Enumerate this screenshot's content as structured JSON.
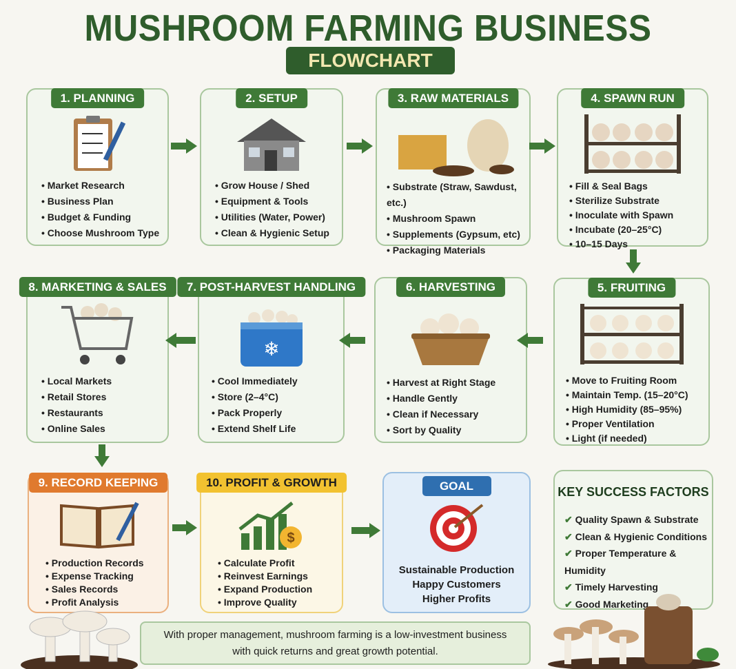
{
  "title": "MUSHROOM FARMING BUSINESS",
  "subtitle": "FLOWCHART",
  "steps": [
    {
      "label": "1. PLANNING",
      "icon": "clipboard-icon",
      "items": [
        "Market Research",
        "Business Plan",
        "Budget & Funding",
        "Choose Mushroom Type"
      ]
    },
    {
      "label": "2. SETUP",
      "icon": "house-icon",
      "items": [
        "Grow House / Shed",
        "Equipment & Tools",
        "Utilities (Water, Power)",
        "Clean & Hygienic Setup"
      ]
    },
    {
      "label": "3. RAW MATERIALS",
      "icon": "straw-bale-sack-icon",
      "items": [
        "Substrate (Straw, Sawdust, etc.)",
        "Mushroom Spawn",
        "Supplements (Gypsum, etc)",
        "Packaging Materials"
      ]
    },
    {
      "label": "4. SPAWN RUN",
      "icon": "spawn-shelf-icon",
      "items": [
        "Fill & Seal Bags",
        "Sterilize Substrate",
        "Inoculate with Spawn",
        "Incubate (20–25°C)",
        "10–15 Days"
      ]
    },
    {
      "label": "5. FRUITING",
      "icon": "fruiting-shelf-icon",
      "items": [
        "Move to Fruiting Room",
        "Maintain Temp. (15–20°C)",
        "High Humidity (85–95%)",
        "Proper Ventilation",
        "Light (if needed)"
      ]
    },
    {
      "label": "6. HARVESTING",
      "icon": "basket-icon",
      "items": [
        "Harvest at Right Stage",
        "Handle Gently",
        "Clean if Necessary",
        "Sort by Quality"
      ]
    },
    {
      "label": "7. POST-HARVEST HANDLING",
      "icon": "cooler-icon",
      "items": [
        "Cool Immediately",
        "Store (2–4°C)",
        "Pack Properly",
        "Extend Shelf Life"
      ]
    },
    {
      "label": "8. MARKETING & SALES",
      "icon": "shopping-cart-icon",
      "items": [
        "Local Markets",
        "Retail Stores",
        "Restaurants",
        "Online Sales"
      ]
    },
    {
      "label": "9. RECORD KEEPING",
      "icon": "book-icon",
      "items": [
        "Production Records",
        "Expense Tracking",
        "Sales Records",
        "Profit Analysis"
      ]
    },
    {
      "label": "10. PROFIT & GROWTH",
      "icon": "growth-chart-icon",
      "items": [
        "Calculate Profit",
        "Reinvest Earnings",
        "Expand Production",
        "Improve Quality"
      ]
    }
  ],
  "goal": {
    "label": "GOAL",
    "icon": "target-icon",
    "lines": [
      "Sustainable Production",
      "Happy Customers",
      "Higher Profits"
    ]
  },
  "key_factors": {
    "title": "KEY SUCCESS FACTORS",
    "items": [
      "Quality Spawn & Substrate",
      "Clean & Hygienic Conditions",
      "Proper Temperature & Humidity",
      "Timely Harvesting",
      "Good Marketing"
    ]
  },
  "footer": {
    "lines": [
      "With proper management, mushroom farming is a low-investment business",
      "with quick returns and great growth potential."
    ]
  },
  "colors": {
    "green": "#3f7a37",
    "dark_green": "#2f5d2c",
    "orange": "#e07a2e",
    "yellow": "#f2c230",
    "blue": "#2f6fb0"
  }
}
